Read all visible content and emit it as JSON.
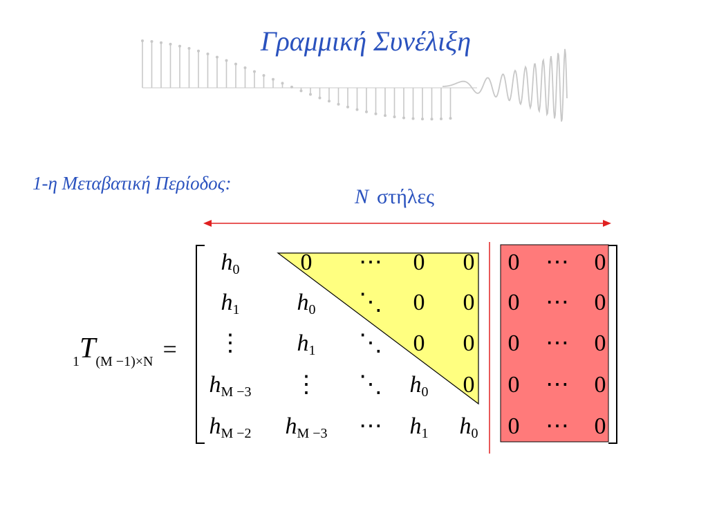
{
  "slide": {
    "title": "Γραμμική Συνέλιξη",
    "subtitle": "1-η Μεταβατική Περίοδος:",
    "columns_caption": {
      "var": "N",
      "word": "στήλες"
    }
  },
  "equation": {
    "lhs_pre": "1",
    "lhs_symbol": "T",
    "lhs_sub": "(M −1)×N",
    "equals": "="
  },
  "matrix": {
    "cells": [
      {
        "b": "h",
        "s": "0"
      },
      {
        "t": "0"
      },
      {
        "t": "⋯"
      },
      {
        "t": "0"
      },
      {
        "t": "0"
      },
      {
        "t": "0"
      },
      {
        "t": "⋯"
      },
      {
        "t": "0"
      },
      {
        "b": "h",
        "s": "1"
      },
      {
        "b": "h",
        "s": "0"
      },
      {
        "t": "⋱"
      },
      {
        "t": "0"
      },
      {
        "t": "0"
      },
      {
        "t": "0"
      },
      {
        "t": "⋯"
      },
      {
        "t": "0"
      },
      {
        "t": "⋮"
      },
      {
        "b": "h",
        "s": "1"
      },
      {
        "t": "⋱"
      },
      {
        "t": "0"
      },
      {
        "t": "0"
      },
      {
        "t": "0"
      },
      {
        "t": "⋯"
      },
      {
        "t": "0"
      },
      {
        "b": "h",
        "s": "M −3"
      },
      {
        "t": "⋮"
      },
      {
        "t": "⋱"
      },
      {
        "b": "h",
        "s": "0"
      },
      {
        "t": "0"
      },
      {
        "t": "0"
      },
      {
        "t": "⋯"
      },
      {
        "t": "0"
      },
      {
        "b": "h",
        "s": "M −2"
      },
      {
        "b": "h",
        "s": "M −3"
      },
      {
        "t": "⋯"
      },
      {
        "b": "h",
        "s": "1"
      },
      {
        "b": "h",
        "s": "0"
      },
      {
        "t": "0"
      },
      {
        "t": "⋯"
      },
      {
        "t": "0"
      }
    ]
  },
  "colors": {
    "title_blue": "#2a52be",
    "arrow_red": "#e02020",
    "triangle_fill": "#ffff80",
    "padding_block_fill": "#ff7a7a",
    "signal_gray": "#c8c8c8"
  },
  "icons": {
    "decoration": "signal-stem-plot-graphic"
  }
}
